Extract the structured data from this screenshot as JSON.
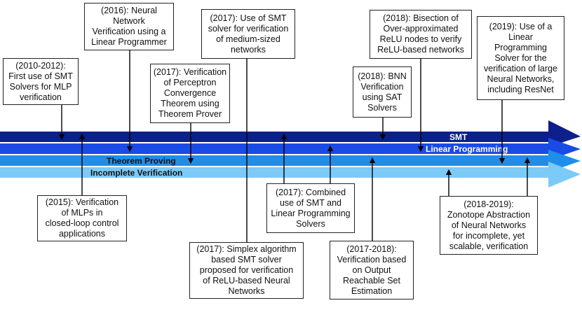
{
  "bands": [
    {
      "id": "smt",
      "label": "SMT",
      "color": "#0d1f8a",
      "text_color": "#ffffff"
    },
    {
      "id": "lp",
      "label": "Linear Programming",
      "color": "#1a4be6",
      "text_color": "#ffffff"
    },
    {
      "id": "tp",
      "label": "Theorem Proving",
      "color": "#1f8ee8",
      "text_color": "#111111"
    },
    {
      "id": "iv",
      "label": "Incomplete Verification",
      "color": "#7ccaf7",
      "text_color": "#111111"
    }
  ],
  "events": [
    {
      "id": "e2010",
      "text": "(2010-2012):\nFirst use of SMT\nSolvers for MLP\nverification"
    },
    {
      "id": "e2016",
      "text": "(2016): Neural\nNetwork\nVerification using a\nLinear Programmer"
    },
    {
      "id": "e2017tp",
      "text": "(2017): Verification\nof Perceptron\nConvergence\nTheorem using\nTheorem Prover"
    },
    {
      "id": "e2017smt",
      "text": "(2017): Use of SMT\nsolver for verification\nof medium-sized\nnetworks"
    },
    {
      "id": "e2018bnn",
      "text": "(2018): BNN\nVerification\nusing SAT\nSolvers"
    },
    {
      "id": "e2018bis",
      "text": "(2018): Bisection of\nOver-approximated\nReLU nodes to verify\nReLU-based networks"
    },
    {
      "id": "e2019",
      "text": "(2019): Use of a\nLinear\nProgramming\nSolver for the\nverification of large\nNeural Networks,\nincluding ResNet"
    },
    {
      "id": "e2015",
      "text": "(2015): Verification\nof MLPs in\nclosed-loop control\napplications"
    },
    {
      "id": "e2017simplex",
      "text": "(2017): Simplex algorithm\nbased SMT solver\nproposed for verification\nof ReLU-based Neural\nNetworks"
    },
    {
      "id": "e2017comb",
      "text": "(2017): Combined\nuse of SMT and\nLinear Programming\nSolvers"
    },
    {
      "id": "e2017reach",
      "text": "(2017-2018):\nVerification based\non Output\nReachable Set\nEstimation"
    },
    {
      "id": "e2018zono",
      "text": "(2018-2019):\nZonotope Abstraction\nof Neural Networks\nfor incomplete, yet\nscalable, verification"
    }
  ]
}
